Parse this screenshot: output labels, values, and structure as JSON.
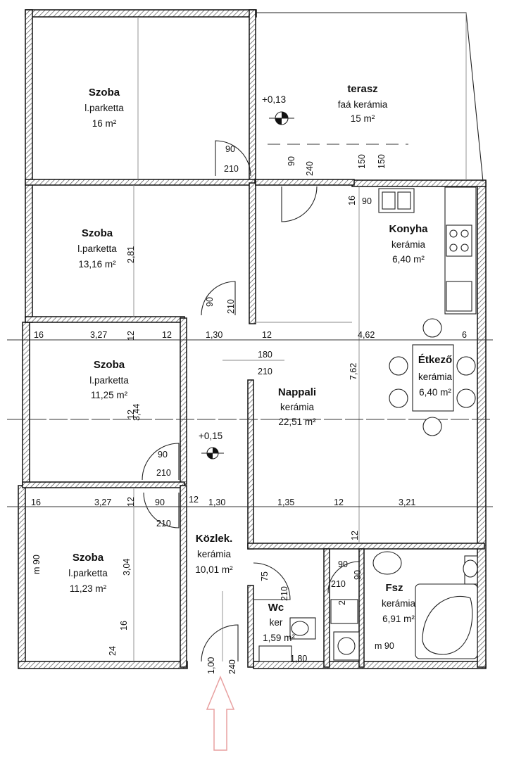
{
  "rooms": [
    {
      "id": "szoba1",
      "name": "Szoba",
      "material": "l.parketta",
      "area": "16 m²"
    },
    {
      "id": "szoba2",
      "name": "Szoba",
      "material": "l.parketta",
      "area": "13,16 m²"
    },
    {
      "id": "szoba3",
      "name": "Szoba",
      "material": "l.parketta",
      "area": "11,25 m²"
    },
    {
      "id": "szoba4",
      "name": "Szoba",
      "material": "l.parketta",
      "area": "11,23 m²"
    },
    {
      "id": "terasz",
      "name": "terasz",
      "material": "faá kerámia",
      "area": "15 m²"
    },
    {
      "id": "konyha",
      "name": "Konyha",
      "material": "kerámia",
      "area": "6,40 m²"
    },
    {
      "id": "etkezo",
      "name": "Étkező",
      "material": "kerámia",
      "area": "6,40 m²"
    },
    {
      "id": "nappali",
      "name": "Nappali",
      "material": "kerámia",
      "area": "22,51 m²"
    },
    {
      "id": "kozlek",
      "name": "Közlek.",
      "material": "kerámia",
      "area": "10,01 m²"
    },
    {
      "id": "wc",
      "name": "Wc",
      "material": "ker",
      "area": "1,59 m²"
    },
    {
      "id": "fsz",
      "name": "Fsz",
      "material": "kerámia",
      "area": "6,91 m²"
    }
  ],
  "levels": [
    "+0,13",
    "+0,15"
  ],
  "dimensions": [
    "90",
    "210",
    "90",
    "240",
    "150",
    "150",
    "16",
    "90",
    "2,81",
    "90",
    "210",
    "16",
    "3,27",
    "12",
    "12",
    "1,30",
    "12",
    "4,62",
    "6",
    "180",
    "210",
    "7,62",
    "3,44",
    "12",
    "90",
    "210",
    "16",
    "3,27",
    "12",
    "90",
    "12",
    "1,30",
    "1,35",
    "12",
    "3,21",
    "210",
    "12",
    "m 90",
    "3,04",
    "75",
    "210",
    "90",
    "90",
    "210",
    "2",
    "16",
    "24",
    "1,00",
    "240",
    "1,80",
    "m 90"
  ],
  "colors": {
    "line": "#111111",
    "hatch": "#555555",
    "arrow": "#e8a0a0"
  }
}
